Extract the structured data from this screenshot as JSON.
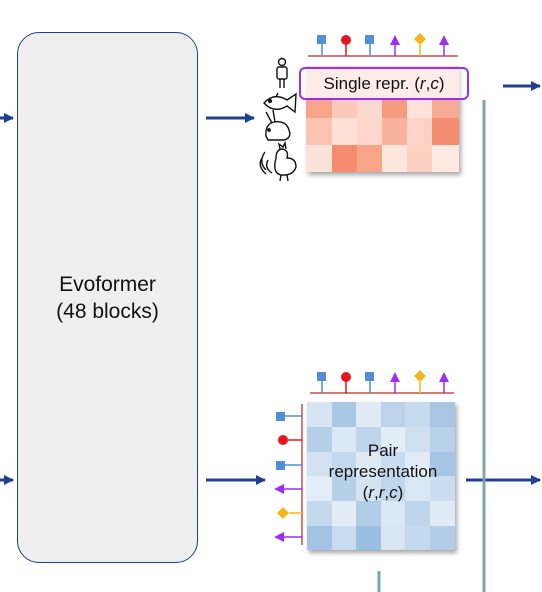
{
  "evoformer": {
    "line1": "Evoformer",
    "line2": "(48 blocks)"
  },
  "single": {
    "prefix": "Single repr. (",
    "r": "r",
    "comma": ",",
    "c": "c",
    "suffix": ")"
  },
  "pair": {
    "line1": "Pair",
    "line2": "representation",
    "open": "(",
    "r1": "r",
    "sep1": ",",
    "r2": "r",
    "sep2": ",",
    "c": "c",
    "close": ")"
  },
  "colors": {
    "arrow": "#1f3f8f",
    "purple": "#9b30f0",
    "red": "#e8141e",
    "blue_square": "#4f8fd6",
    "orange": "#f5b51c",
    "divider": "#7ea4b0"
  },
  "icons": [
    "human-icon",
    "fish-icon",
    "rabbit-icon",
    "rooster-icon"
  ],
  "residue_markers": [
    "square",
    "circle",
    "square",
    "triangle",
    "diamond",
    "triangle"
  ]
}
